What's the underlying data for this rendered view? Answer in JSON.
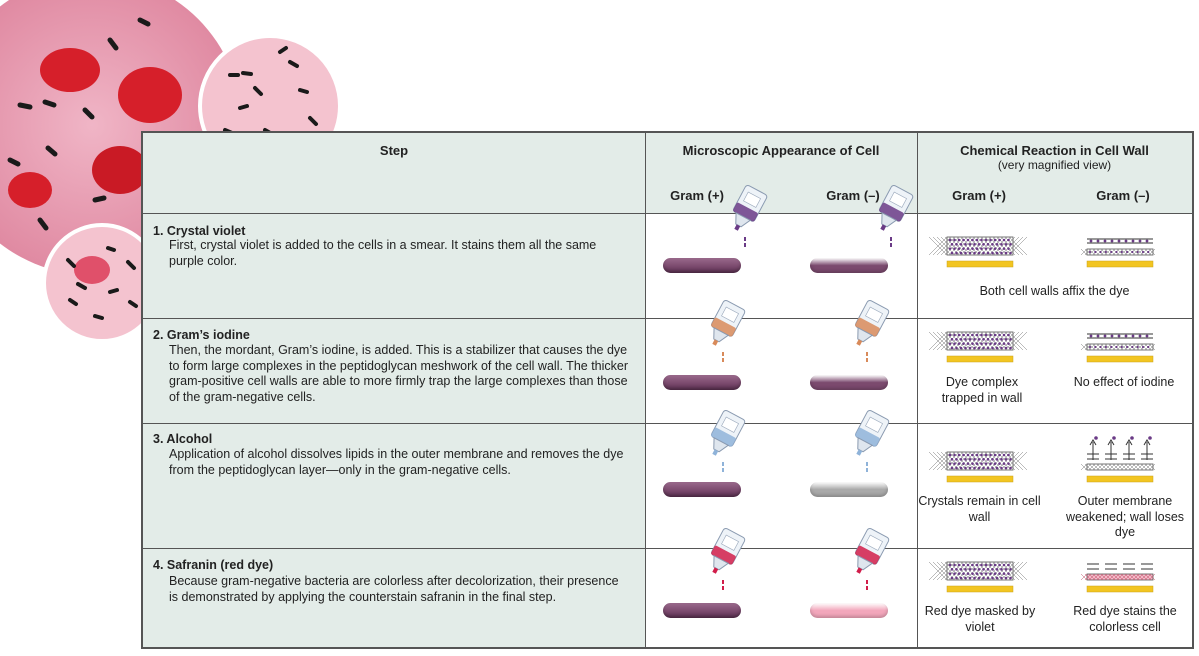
{
  "header": {
    "step": "Step",
    "microscopic": "Microscopic Appearance of Cell",
    "chemical": "Chemical Reaction in Cell Wall",
    "chemical_sub": "(very magnified view)",
    "gram_pos": "Gram (+)",
    "gram_neg": "Gram (–)"
  },
  "steps": [
    {
      "title": "1. Crystal violet",
      "text": "First, crystal violet is added to the cells in a smear. It stains them all the same purple color.",
      "caption_both": "Both cell walls affix the dye",
      "pos_cell_color": "#7b4a6e",
      "neg_cell_color": "#7b4a6e",
      "bottle_color": "#6a3a86"
    },
    {
      "title": "2. Gram’s iodine",
      "text": "Then, the mordant, Gram’s iodine, is added. This is a stabilizer that causes the dye to form large complexes in the peptidoglycan meshwork of the cell wall. The thicker gram-positive cell walls are able to more firmly trap the large complexes than those of the gram-negative cells.",
      "caption_pos": "Dye complex trapped in wall",
      "caption_neg": "No effect of iodine",
      "pos_cell_color": "#7b4a6e",
      "neg_cell_color": "#7b4a6e",
      "bottle_color": "#d88a5a"
    },
    {
      "title": "3. Alcohol",
      "text": "Application of alcohol dissolves lipids in the outer membrane and removes the dye from the peptidoglycan layer—only in the gram-negative cells.",
      "caption_pos": "Crystals remain in cell wall",
      "caption_neg": "Outer membrane weakened; wall loses dye",
      "pos_cell_color": "#7b4a6e",
      "neg_cell_color": "#a9a9a9",
      "bottle_color": "#8fb3d9"
    },
    {
      "title": "4. Safranin (red dye)",
      "text": "Because gram-negative bacteria are colorless after decolorization, their presence is demonstrated by applying the counterstain safranin in the final step.",
      "caption_pos": "Red dye masked by violet",
      "caption_neg": "Red dye stains the colorless cell",
      "pos_cell_color": "#7b4a6e",
      "neg_cell_color": "#f2a6bb",
      "bottle_color": "#d11d4a"
    }
  ],
  "colors": {
    "accent_gray": "#e3ece8",
    "wall_yellow": "#f2c521",
    "border": "#555555"
  }
}
